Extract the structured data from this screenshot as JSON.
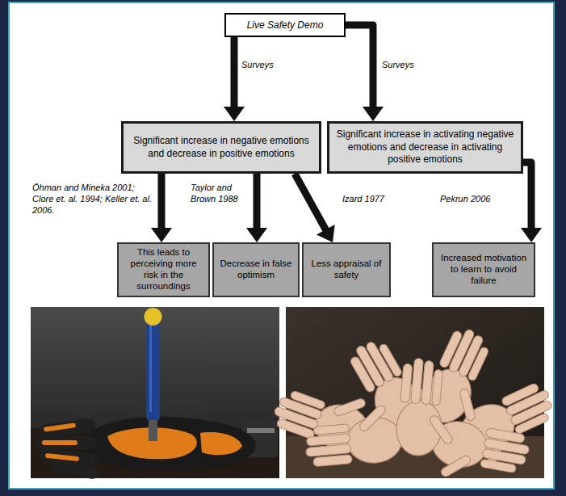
{
  "diagram": {
    "nodes": [
      {
        "text": [
          "Live Safety Demo"
        ]
      },
      {
        "text": [
          "Significant increase in negative emotions and decrease in positive emotions"
        ]
      },
      {
        "text": [
          "Significant increase in activating negative emotions and decrease in activating positive emotions"
        ]
      },
      {
        "text": [
          "This leads to perceiving more risk in the surroundings"
        ]
      },
      {
        "text": [
          "Decrease in false optimism"
        ]
      },
      {
        "text": [
          "Less appraisal of safety"
        ]
      },
      {
        "text": [
          "Increased motivation to learn to avoid failure"
        ]
      }
    ],
    "edges": [
      {
        "from": 0,
        "to": 1,
        "arrow": "to",
        "label": "Surveys"
      },
      {
        "from": 0,
        "to": 2,
        "arrow": "to",
        "label": "Surveys"
      },
      {
        "from": 1,
        "to": 3,
        "arrow": "to",
        "label": "Öhman and Mineka 2001; Clore et. al. 1994; Keller et. al. 2006."
      },
      {
        "from": 1,
        "to": 4,
        "arrow": "to",
        "label": "Taylor and Brown 1988"
      },
      {
        "from": 1,
        "to": 5,
        "arrow": "to",
        "label": "Izard 1977"
      },
      {
        "from": 2,
        "to": 6,
        "arrow": "to",
        "label": "Pekrun 2006"
      }
    ]
  }
}
